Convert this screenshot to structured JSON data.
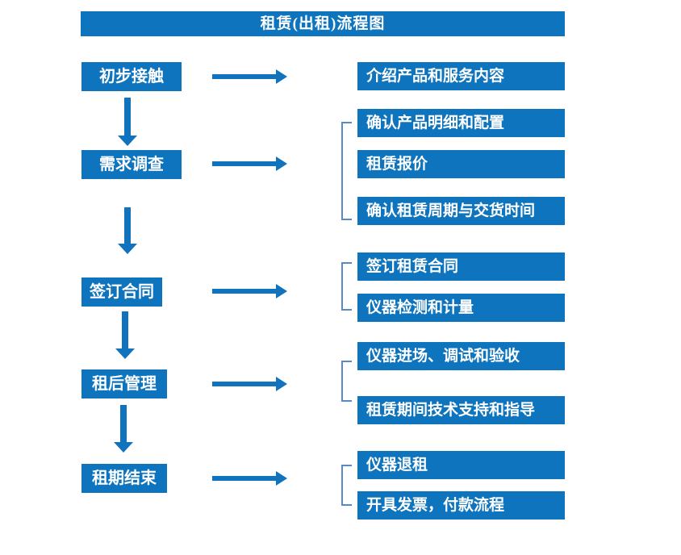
{
  "title": "租赁(出租)流程图",
  "colors": {
    "box_blue": "#0e74bd",
    "arrow_blue": "#1172bd",
    "bracket_blue": "#5a8ac6",
    "text_white": "#ffffff"
  },
  "stages": [
    {
      "label": "初步接触",
      "details": [
        "介绍产品和服务内容"
      ]
    },
    {
      "label": "需求调查",
      "details": [
        "确认产品明细和配置",
        "租赁报价",
        "确认租赁周期与交货时间"
      ]
    },
    {
      "label": "签订合同",
      "details": [
        "签订租赁合同",
        "仪器检测和计量"
      ]
    },
    {
      "label": "租后管理",
      "details": [
        "仪器进场、调试和验收",
        "租赁期间技术支持和指导"
      ]
    },
    {
      "label": "租期结束",
      "details": [
        "仪器退租",
        "开具发票，付款流程"
      ]
    }
  ]
}
